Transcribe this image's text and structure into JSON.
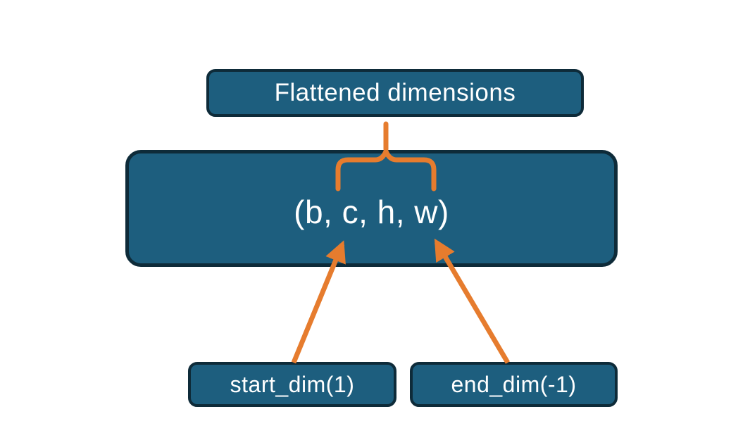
{
  "diagram": {
    "nodes": {
      "flattened": {
        "label": "Flattened dimensions"
      },
      "tensor": {
        "label": "(b, c, h, w)"
      },
      "start_dim": {
        "label": "start_dim(1)"
      },
      "end_dim": {
        "label": "end_dim(-1)"
      }
    },
    "colors": {
      "box_fill": "#1d5e7e",
      "box_border": "#0e2b39",
      "connector": "#e67c2e",
      "text": "#ffffff",
      "background": "#ffffff"
    }
  }
}
